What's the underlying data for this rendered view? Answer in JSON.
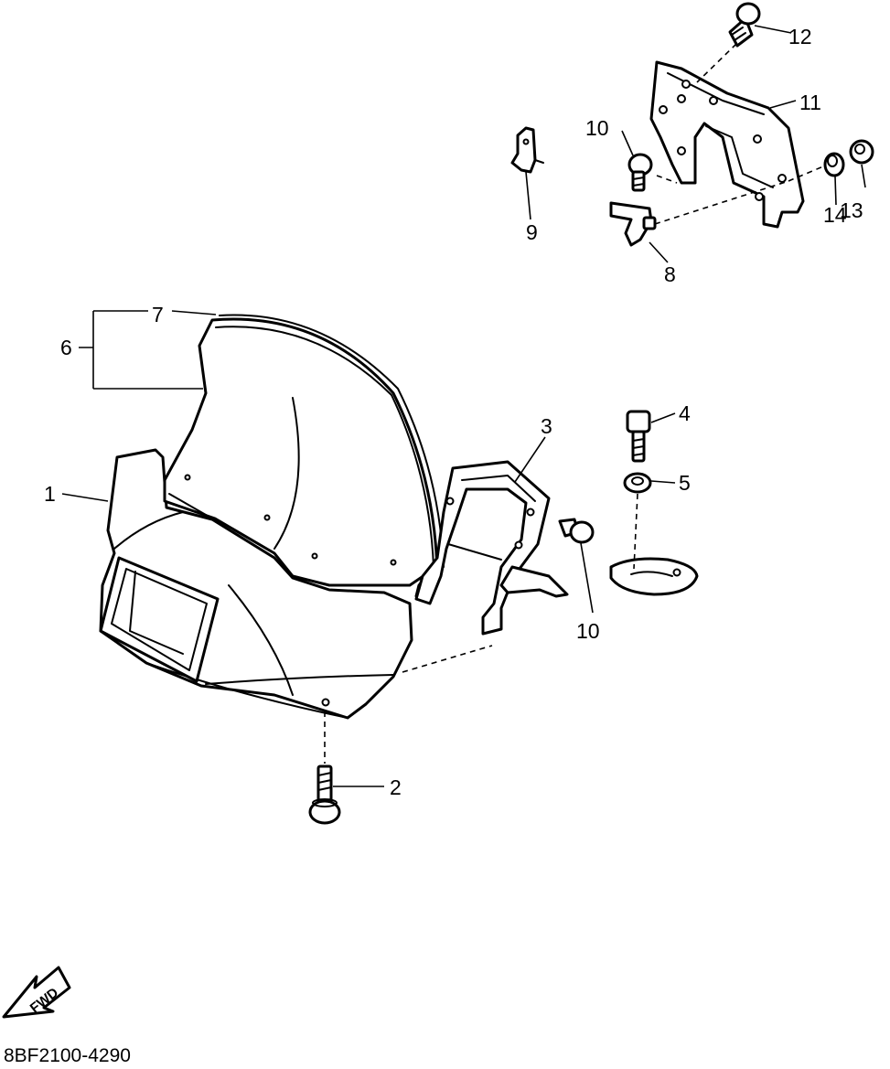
{
  "callouts": {
    "c1": "1",
    "c2": "2",
    "c3": "3",
    "c4": "4",
    "c5": "5",
    "c6": "6",
    "c7": "7",
    "c8": "8",
    "c9": "9",
    "c10a": "10",
    "c10b": "10",
    "c11": "11",
    "c12": "12",
    "c13": "13",
    "c14": "14"
  },
  "fwd_arrow": {
    "label": "FWD",
    "icon": "fwd-arrow-icon"
  },
  "footer": {
    "code": "8BF2100-4290"
  }
}
